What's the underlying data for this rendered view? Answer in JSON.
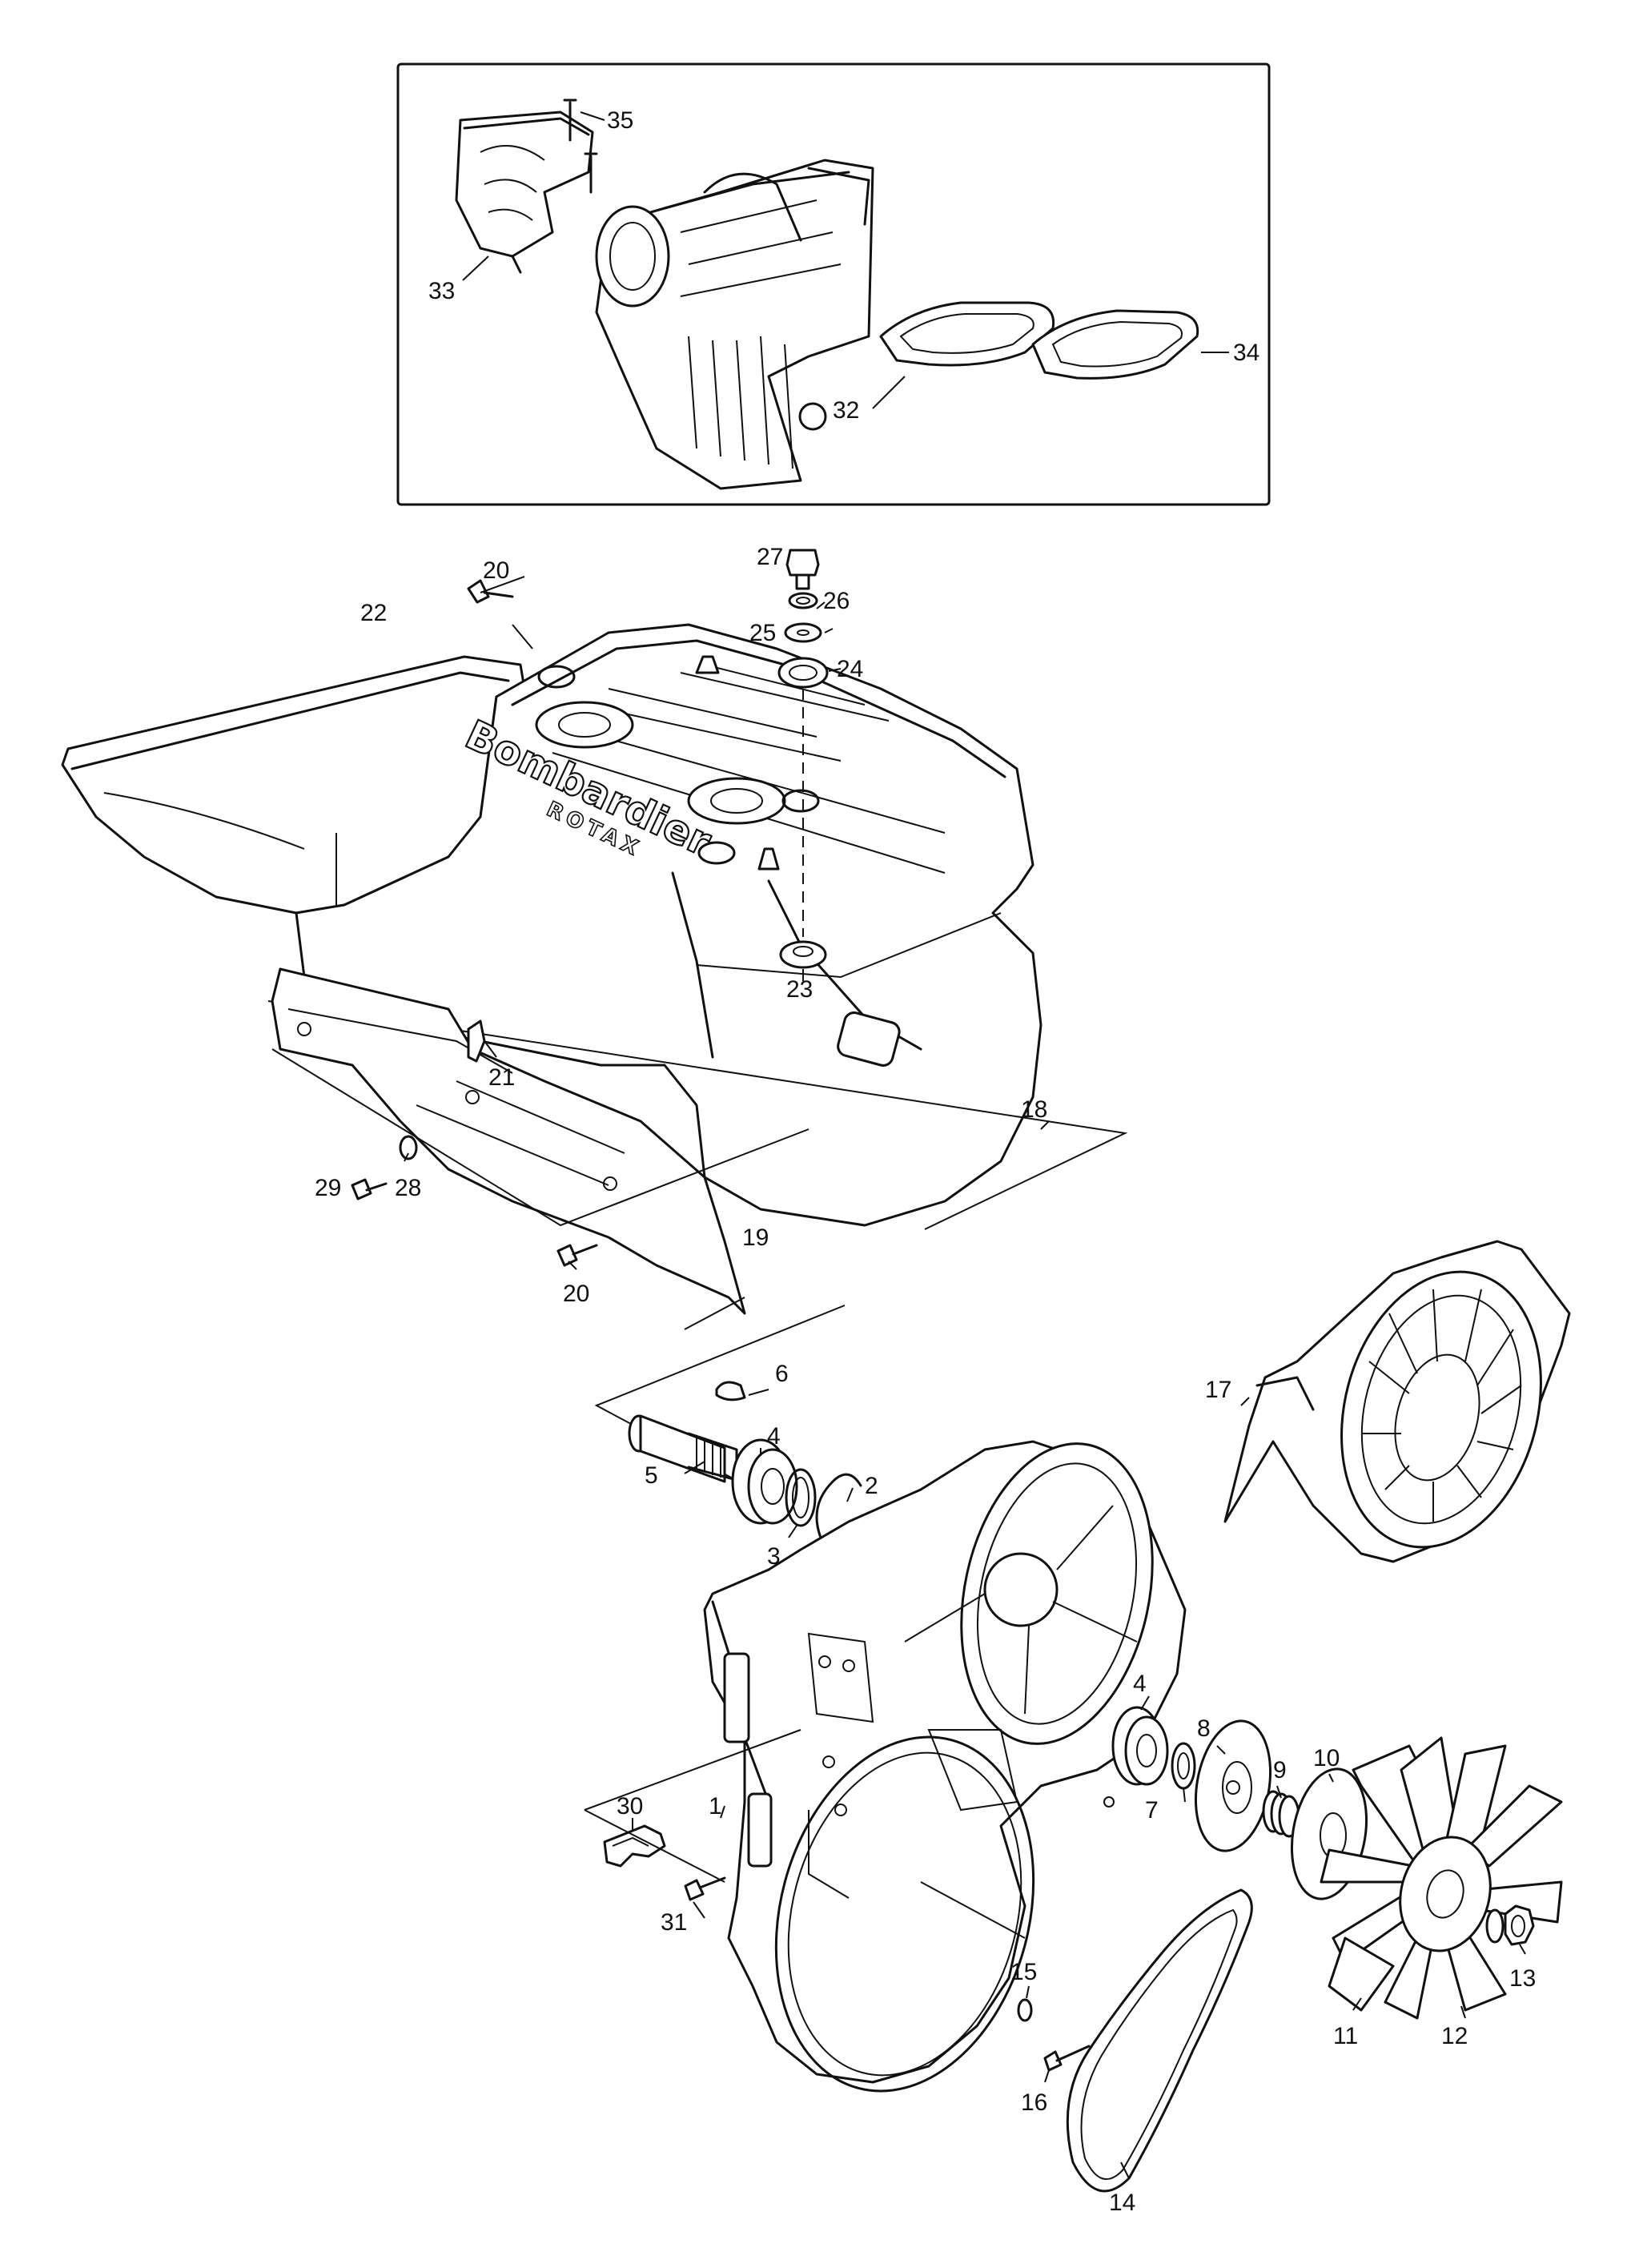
{
  "labels": {
    "l1": "1",
    "l2": "2",
    "l3": "3",
    "l4a": "4",
    "l4b": "4",
    "l5": "5",
    "l6": "6",
    "l7": "7",
    "l8": "8",
    "l9": "9",
    "l10": "10",
    "l11": "11",
    "l12": "12",
    "l13": "13",
    "l14": "14",
    "l15": "15",
    "l16": "16",
    "l17": "17",
    "l18": "18",
    "l19": "19",
    "l20a": "20",
    "l20b": "20",
    "l21": "21",
    "l22": "22",
    "l23": "23",
    "l24": "24",
    "l25": "25",
    "l26": "26",
    "l27": "27",
    "l28": "28",
    "l29": "29",
    "l30": "30",
    "l31": "31",
    "l32": "32",
    "l33": "33",
    "l34": "34",
    "l35": "35"
  },
  "logo": {
    "brand": "Bombardier",
    "sub": "ROTAX"
  }
}
